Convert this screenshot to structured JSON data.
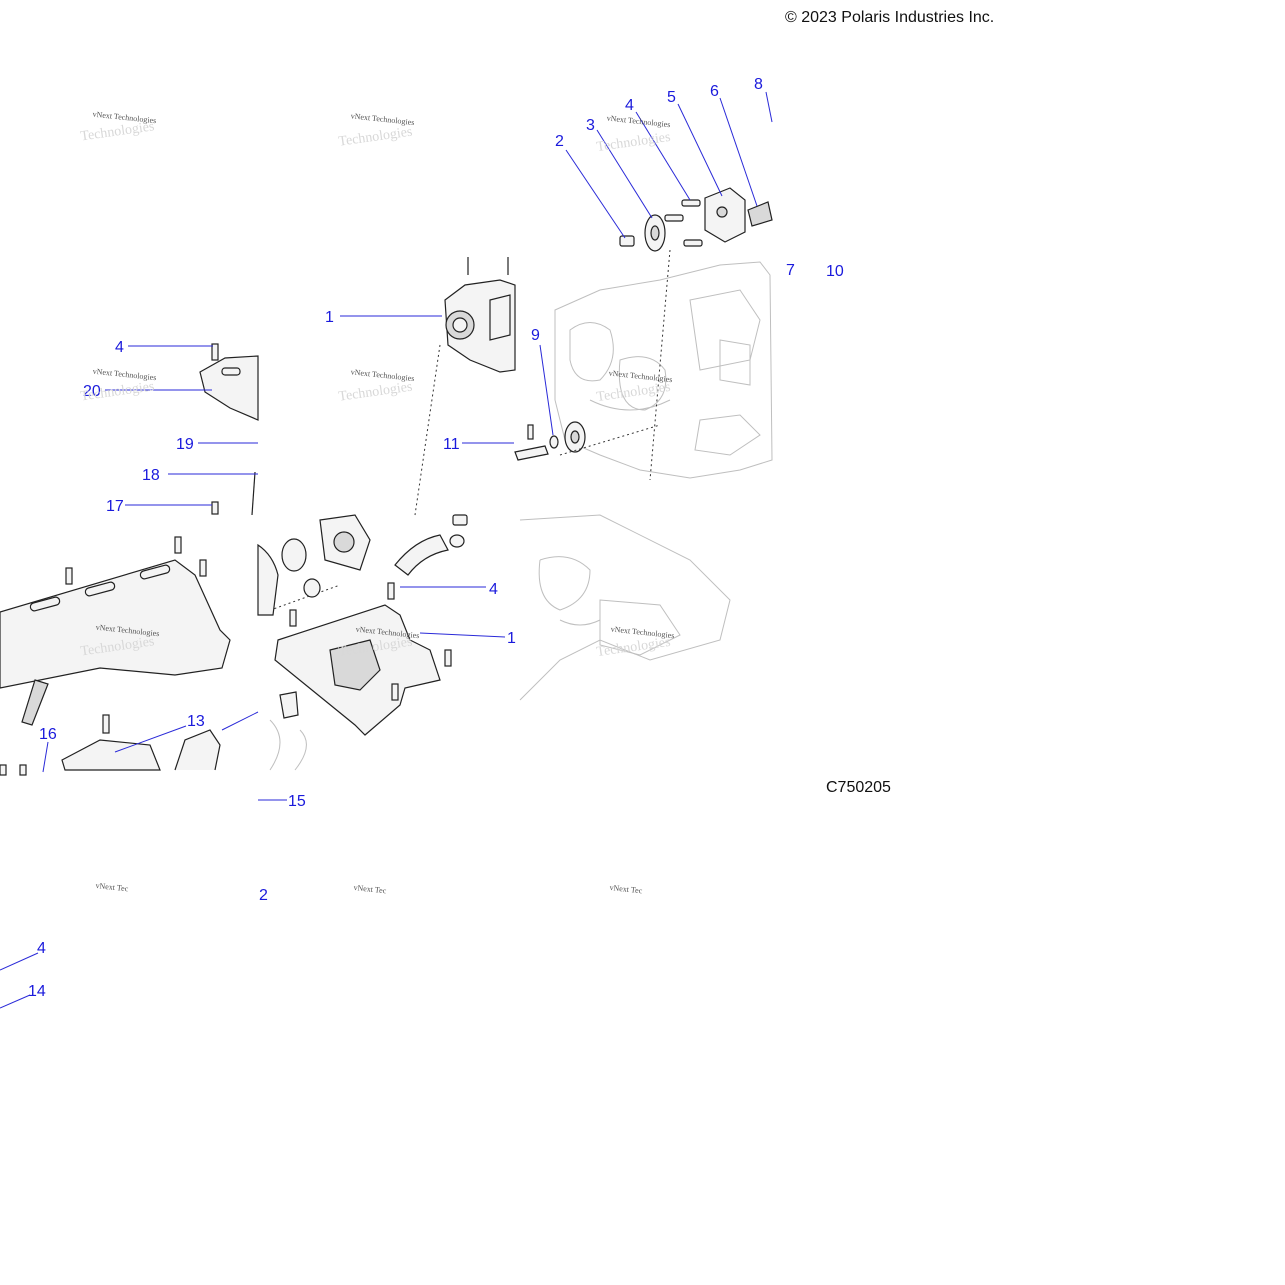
{
  "copyright": "© 2023 Polaris Industries Inc.",
  "reference_code": "C750205",
  "watermark": "vNext Technologies",
  "watermark_truncated": "vNext Tec",
  "callouts": [
    "1",
    "2",
    "3",
    "4",
    "5",
    "6",
    "7",
    "8",
    "9",
    "10",
    "11",
    "13",
    "14",
    "15",
    "16",
    "17",
    "18",
    "19",
    "20"
  ],
  "colors": {
    "callout": "#1a1adc",
    "leader": "#2a2ad8",
    "line": "#222222"
  }
}
